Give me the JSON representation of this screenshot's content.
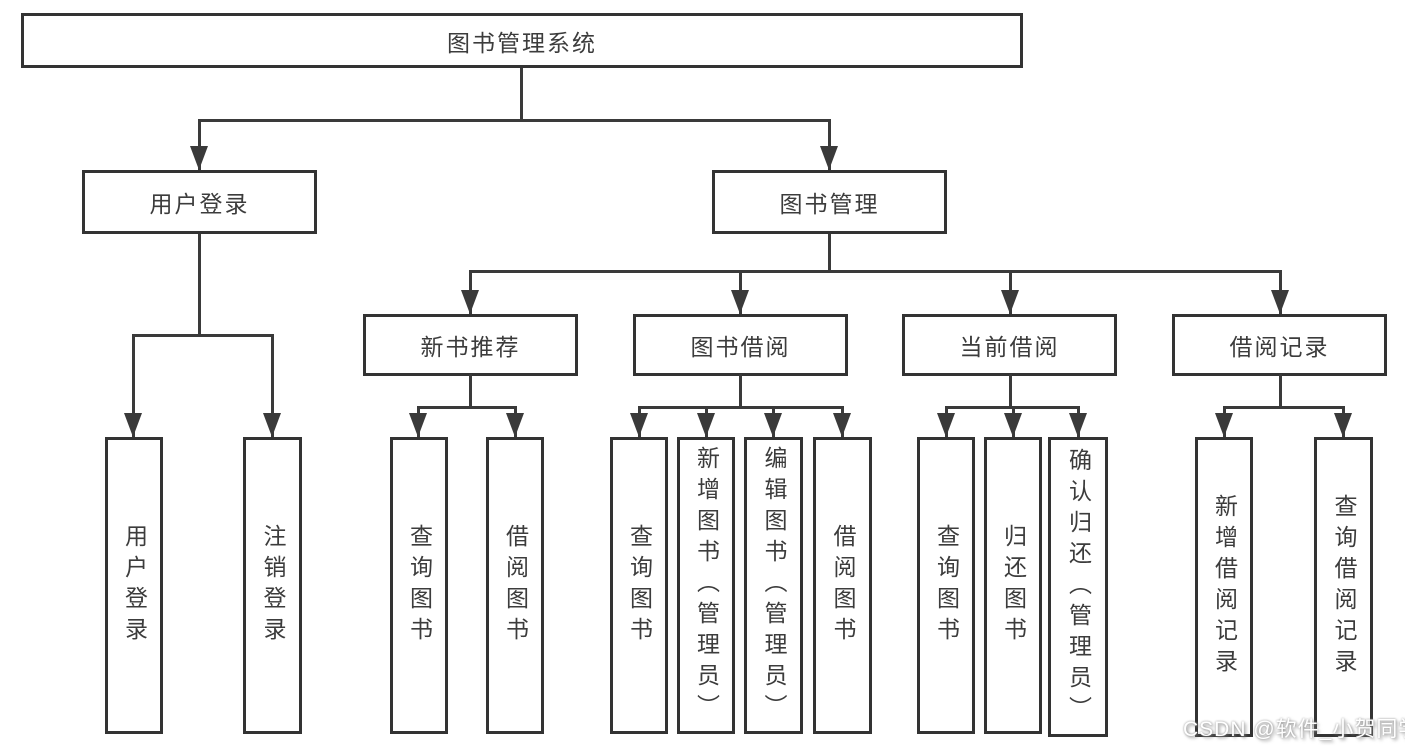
{
  "tree": {
    "root": "图书管理系统",
    "children": [
      {
        "label": "用户登录",
        "children": [
          "用户登录",
          "注销登录"
        ]
      },
      {
        "label": "图书管理",
        "children": [
          {
            "label": "新书推荐",
            "children": [
              "查询图书",
              "借阅图书"
            ]
          },
          {
            "label": "图书借阅",
            "children": [
              "查询图书",
              "新增图书（管理员）",
              "编辑图书（管理员）",
              "借阅图书"
            ]
          },
          {
            "label": "当前借阅",
            "children": [
              "查询图书",
              "归还图书",
              "确认归还（管理员）"
            ]
          },
          {
            "label": "借阅记录",
            "children": [
              "新增借阅记录",
              "查询借阅记录"
            ]
          }
        ]
      }
    ]
  },
  "watermark": {
    "text": "CSDN @软件_小贺同学"
  },
  "colors": {
    "line": "#3a3a3a",
    "box_border": "#333333",
    "text": "#3c3c3c",
    "background": "#ffffff",
    "watermark": "#ffffff"
  }
}
